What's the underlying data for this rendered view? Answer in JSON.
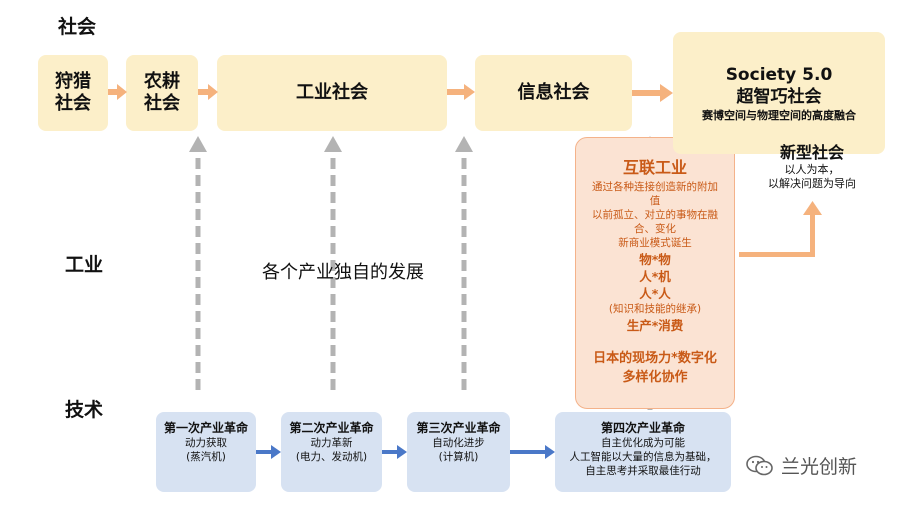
{
  "rows": {
    "society": "社会",
    "industry": "工业",
    "technology": "技术"
  },
  "societies": [
    {
      "line1": "狩猎",
      "line2": "社会"
    },
    {
      "line1": "农耕",
      "line2": "社会"
    },
    {
      "label": "工业社会"
    },
    {
      "label": "信息社会"
    },
    {
      "line1": "Society 5.0",
      "line2": "超智巧社会",
      "subtitle": "赛博空间与物理空间的高度融合"
    }
  ],
  "new_society": {
    "title": "新型社会",
    "line1": "以人为本，",
    "line2": "以解决问题为导向"
  },
  "center_text": "各个产业独自的发展",
  "iot": {
    "title": "互联工业",
    "lines": [
      "通过各种连接创造新的附加",
      "值",
      "以前孤立、对立的事物在融",
      "合、变化",
      "新商业模式诞生"
    ],
    "pairs": [
      "物*物",
      "人*机",
      "人*人"
    ],
    "note": "(知识和技能的继承)",
    "consume": "生产*消费",
    "bottom1": "日本的现场力*数字化",
    "bottom2": "多样化协作"
  },
  "revolutions": [
    {
      "title": "第一次产业革命",
      "line1": "动力获取",
      "line2": "(蒸汽机)"
    },
    {
      "title": "第二次产业革命",
      "line1": "动力革新",
      "line2": "(电力、发动机)"
    },
    {
      "title": "第三次产业革命",
      "line1": "自动化进步",
      "line2": "(计算机)"
    },
    {
      "title": "第四次产业革命",
      "line1": "自主优化成为可能",
      "line2": "人工智能以大量的信息为基础，",
      "line3": "自主思考并采取最佳行动"
    }
  ],
  "watermark": "兰光创新",
  "colors": {
    "society_fill": "#fcefc9",
    "tech_fill": "#d7e2f2",
    "iot_fill": "#fbe3d3",
    "iot_text": "#c95a17",
    "orange_arrow": "#f5b27d",
    "blue_arrow": "#4a78c8",
    "gray_arrow": "#b3b3b3"
  }
}
